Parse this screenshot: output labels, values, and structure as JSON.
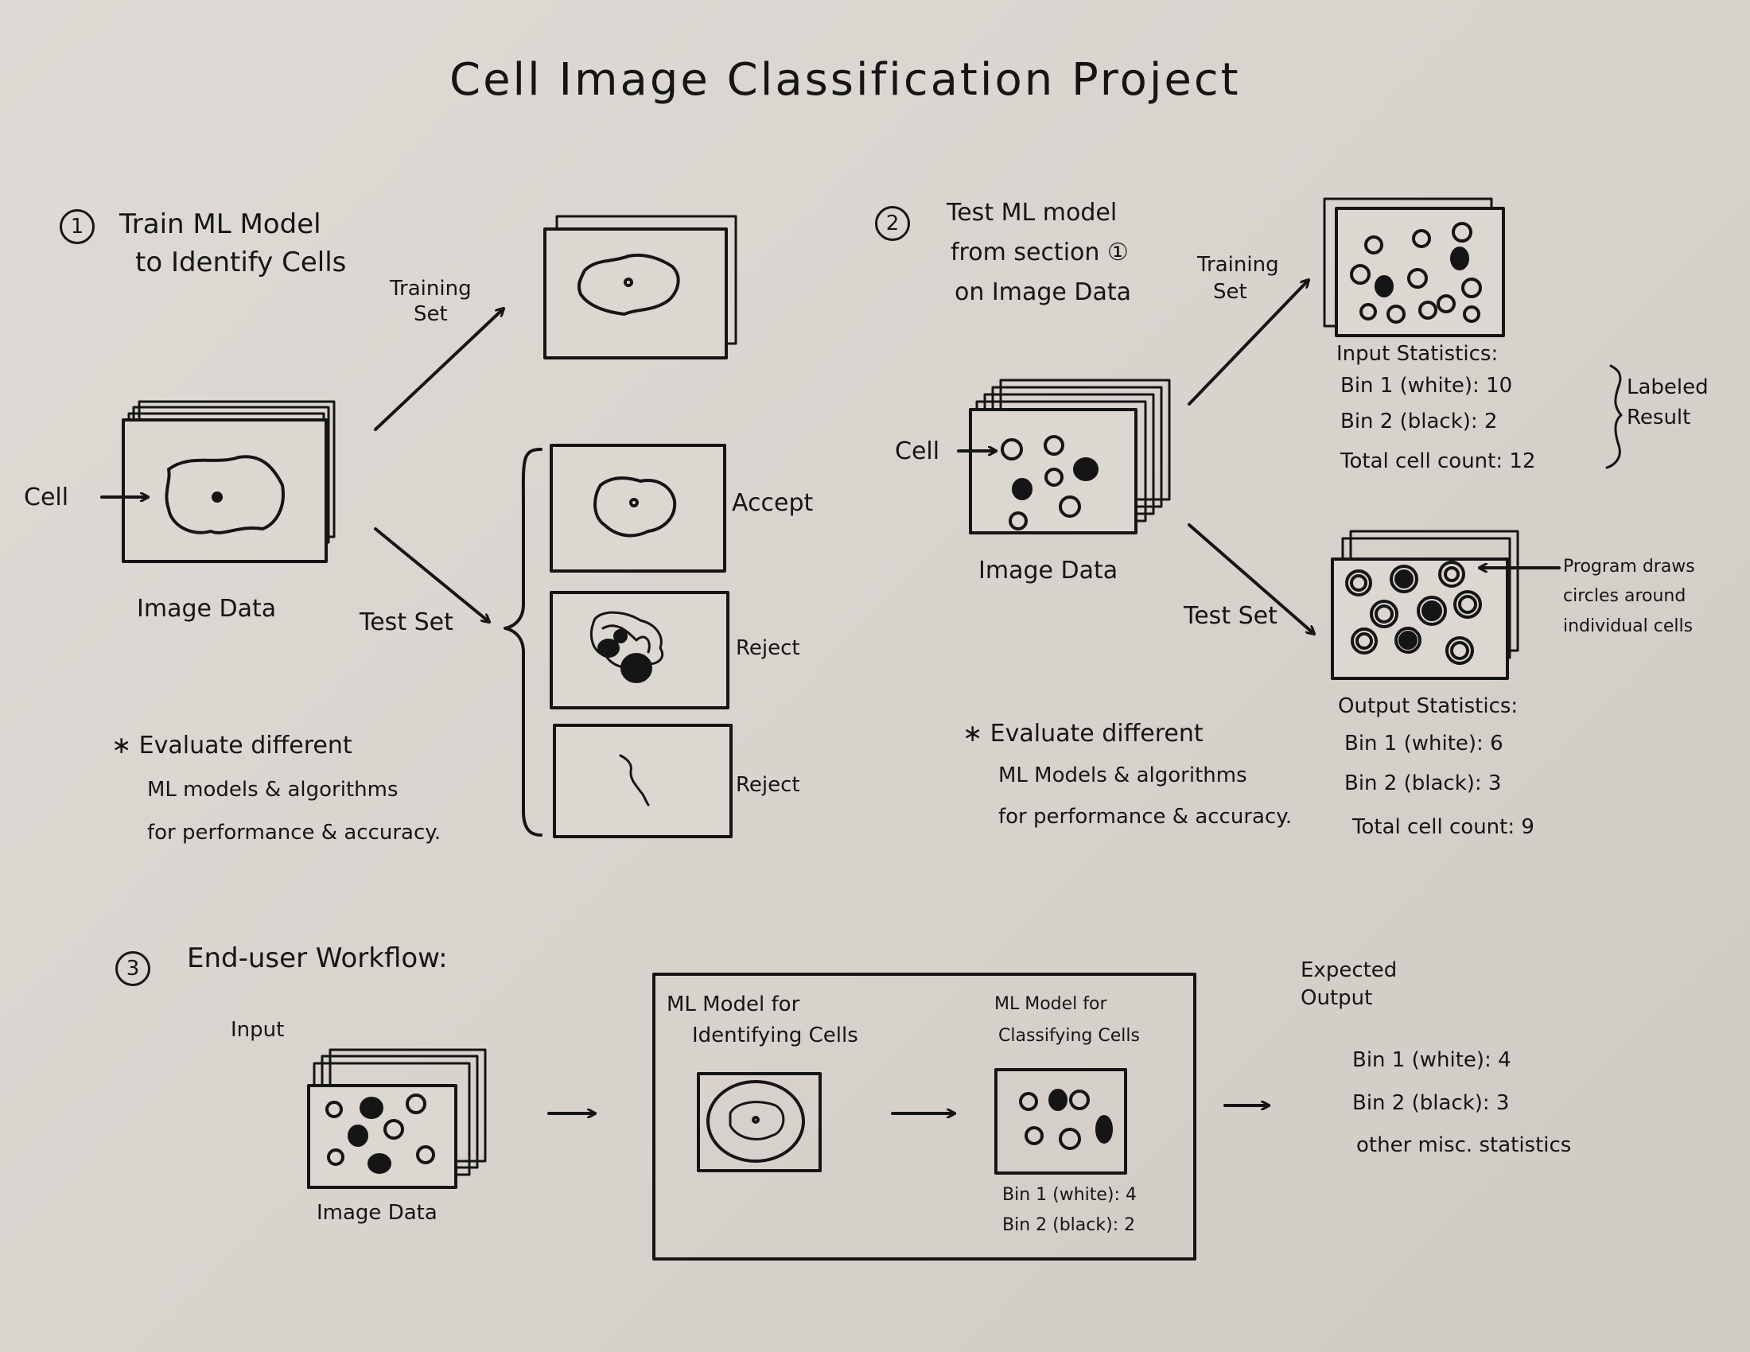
{
  "title": "Cell Image Classification Project",
  "section1": {
    "number": "1",
    "heading_line1": "Train ML Model",
    "heading_line2": "to Identify Cells",
    "cell_label": "Cell",
    "image_data_label": "Image Data",
    "training_set_line1": "Training",
    "training_set_line2": "Set",
    "test_set_label": "Test Set",
    "results": [
      "Accept",
      "Reject",
      "Reject"
    ],
    "note_line1": "∗ Evaluate different",
    "note_line2": "ML models & algorithms",
    "note_line3": "for performance & accuracy."
  },
  "section2": {
    "number": "2",
    "heading_line1": "Test ML model",
    "heading_line2": "from section ①",
    "heading_line3": "on Image Data",
    "cell_label": "Cell",
    "image_data_label": "Image Data",
    "training_set_line1": "Training",
    "training_set_line2": "Set",
    "test_set_label": "Test Set",
    "input_stats": {
      "heading": "Input Statistics:",
      "bin1": "Bin 1 (white):  10",
      "bin2": "Bin 2 (black):   2",
      "total": "Total cell count: 12"
    },
    "labeled_result_line1": "Labeled",
    "labeled_result_line2": "Result",
    "program_note_line1": "Program draws",
    "program_note_line2": "circles around",
    "program_note_line3": "individual cells",
    "output_stats": {
      "heading": "Output Statistics:",
      "bin1": "Bin 1 (white):  6",
      "bin2": "Bin 2 (black):  3",
      "total": "Total cell count:  9"
    },
    "note_line1": "∗ Evaluate different",
    "note_line2": "ML Models & algorithms",
    "note_line3": "for performance & accuracy."
  },
  "section3": {
    "number": "3",
    "heading": "End-user Workflow:",
    "input_label": "Input",
    "image_data_label": "Image Data",
    "model1_line1": "ML Model for",
    "model1_line2": "Identifying Cells",
    "model2_line1": "ML Model for",
    "model2_line2": "Classifying Cells",
    "model2_bin1": "Bin 1 (white): 4",
    "model2_bin2": "Bin 2 (black): 2",
    "expected_line1": "Expected",
    "expected_line2": "Output",
    "expected_bin1": "Bin 1 (white):  4",
    "expected_bin2": "Bin 2 (black):  3",
    "expected_misc": "other misc. statistics"
  }
}
